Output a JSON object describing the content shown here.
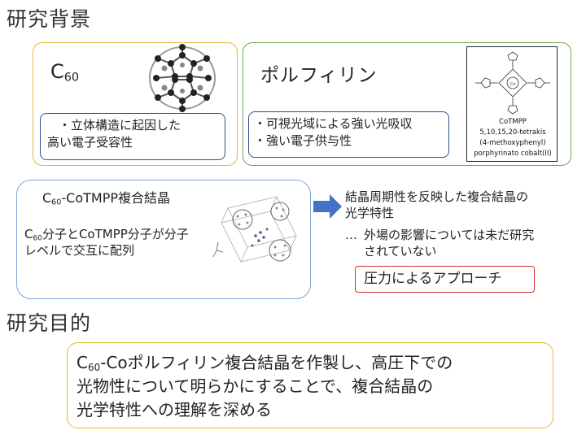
{
  "headings": {
    "background": "研究背景",
    "purpose": "研究目的"
  },
  "c60_panel": {
    "label_main": "C",
    "label_sub": "60",
    "property_line1": "・立体構造に起因した",
    "property_line2": "高い電子受容性"
  },
  "porphyrin_panel": {
    "label": "ポルフィリン",
    "property_line1": "・可視光域による強い光吸収",
    "property_line2": "・強い電子供与性",
    "molecule_caption": [
      "CoTMPP",
      "5,10,15,20-tetrakis",
      "(4-methoxyphenyl)",
      "porphyrinato cobalt(II)"
    ]
  },
  "crystal_panel": {
    "title_c": "C",
    "title_sub": "60",
    "title_rest": "-CoTMPP複合結晶",
    "desc_c": "C",
    "desc_sub": "60",
    "desc_line1_rest": "分子とCoTMPP分子が分子",
    "desc_line2": "レベルで交互に配列"
  },
  "right_notes": {
    "line1": "結晶周期性を反映した複合結晶の",
    "line2": "光学特性",
    "bullet_mark": "…",
    "note_line1": "外場の影響については未だ研究",
    "note_line2": "されていない",
    "approach": "圧力によるアプローチ"
  },
  "goal": {
    "c": "C",
    "sub": "60",
    "line1_rest": "-Coポルフィリン複合結晶を作製し、高圧下での",
    "line2": "光物性について明らかにすることで、複合結晶の",
    "line3": "光学特性への理解を深める"
  },
  "colors": {
    "yellow_border": "#e6b93a",
    "green_border": "#6aa84f",
    "blue_border": "#7aa7d6",
    "navy_border": "#2f4f8f",
    "arrow": "#4472c4",
    "red_border": "#cc3333"
  }
}
